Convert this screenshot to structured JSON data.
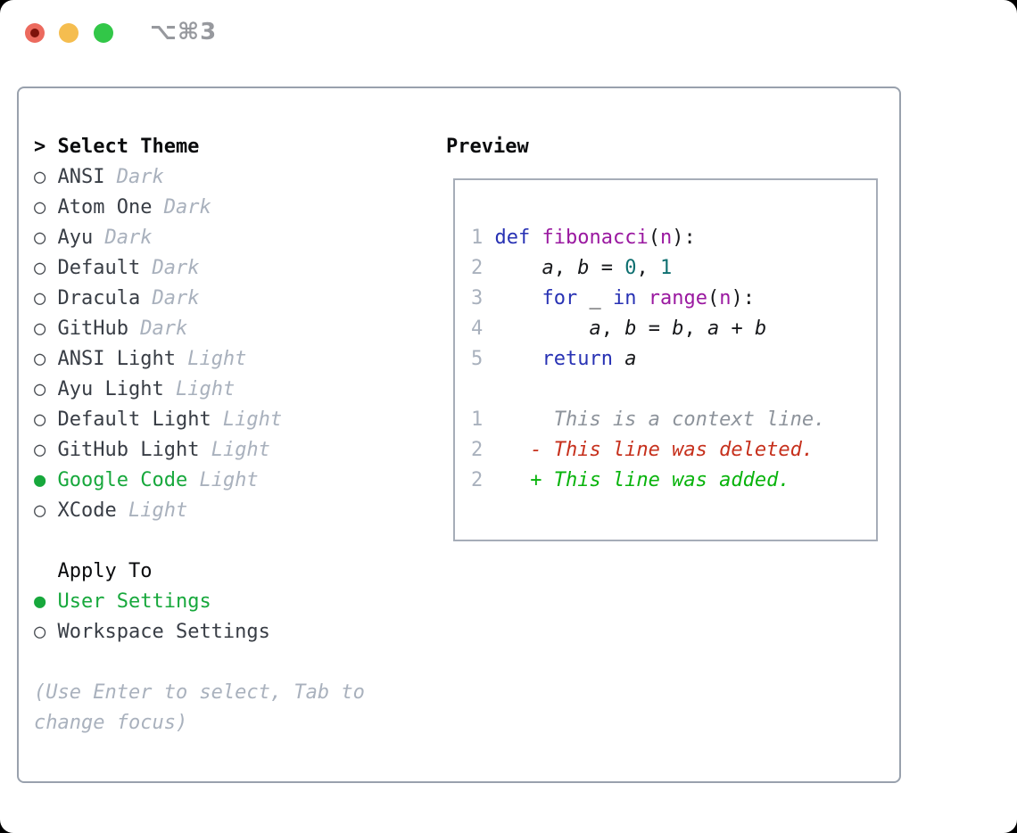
{
  "colors": {
    "ink": "#17181b",
    "faint": "#a9b1bd",
    "green": "#17a83c",
    "kw": "#2832b4",
    "typ": "#9a18a0",
    "lit": "#0e6f70",
    "ln": "#a9b1bd",
    "ctx": "#8d939b",
    "del": "#c6301c",
    "add": "#08b30c",
    "border_panel": "#99a1ad",
    "border_box": "#a6adb8",
    "red_light": "#ec6a5e",
    "red_dot": "#7e120b",
    "yellow_light": "#f5bd4f",
    "green_light": "#32c748",
    "shortcut": "#97999e"
  },
  "window": {
    "shortcut": "⌥⌘3"
  },
  "theme_picker": {
    "icons": {
      "radio_empty": "○",
      "radio_filled": "●",
      "cursor": ">"
    },
    "lines": [
      {
        "type": "header",
        "prefix": ">",
        "label": "Select Theme"
      },
      {
        "type": "theme",
        "name": "ANSI",
        "variant": "Dark",
        "selected": false
      },
      {
        "type": "theme",
        "name": "Atom One",
        "variant": "Dark",
        "selected": false
      },
      {
        "type": "theme",
        "name": "Ayu",
        "variant": "Dark",
        "selected": false
      },
      {
        "type": "theme",
        "name": "Default",
        "variant": "Dark",
        "selected": false
      },
      {
        "type": "theme",
        "name": "Dracula",
        "variant": "Dark",
        "selected": false
      },
      {
        "type": "theme",
        "name": "GitHub",
        "variant": "Dark",
        "selected": false
      },
      {
        "type": "theme",
        "name": "ANSI Light",
        "variant": "Light",
        "selected": false
      },
      {
        "type": "theme",
        "name": "Ayu Light",
        "variant": "Light",
        "selected": false
      },
      {
        "type": "theme",
        "name": "Default Light",
        "variant": "Light",
        "selected": false
      },
      {
        "type": "theme",
        "name": "GitHub Light",
        "variant": "Light",
        "selected": false
      },
      {
        "type": "theme",
        "name": "Google Code",
        "variant": "Light",
        "selected": true
      },
      {
        "type": "theme",
        "name": "XCode",
        "variant": "Light",
        "selected": false
      },
      {
        "type": "blank"
      },
      {
        "type": "subheader",
        "label": "Apply To"
      },
      {
        "type": "apply",
        "label": "User Settings",
        "selected": true
      },
      {
        "type": "apply",
        "label": "Workspace Settings",
        "selected": false
      },
      {
        "type": "blank"
      },
      {
        "type": "help",
        "text": "(Use Enter to select, Tab to"
      },
      {
        "type": "help",
        "text": "change focus)"
      }
    ]
  },
  "preview": {
    "title": "Preview",
    "lines": [
      {
        "num": "1",
        "tokens": [
          [
            "kw",
            "def"
          ],
          [
            "pln",
            " "
          ],
          [
            "typ",
            "fibonacci"
          ],
          [
            "pln",
            "("
          ],
          [
            "typ",
            "n"
          ],
          [
            "pln",
            "):"
          ]
        ]
      },
      {
        "num": "2",
        "tokens": [
          [
            "pln",
            "    "
          ],
          [
            "var",
            "a"
          ],
          [
            "pln",
            ", "
          ],
          [
            "var",
            "b"
          ],
          [
            "pln",
            " = "
          ],
          [
            "lit",
            "0"
          ],
          [
            "pln",
            ", "
          ],
          [
            "lit",
            "1"
          ]
        ]
      },
      {
        "num": "3",
        "tokens": [
          [
            "pln",
            "    "
          ],
          [
            "kw",
            "for"
          ],
          [
            "pln",
            " "
          ],
          [
            "var",
            "_"
          ],
          [
            "pln",
            " "
          ],
          [
            "kw",
            "in"
          ],
          [
            "pln",
            " "
          ],
          [
            "typ",
            "range"
          ],
          [
            "pln",
            "("
          ],
          [
            "typ",
            "n"
          ],
          [
            "pln",
            "):"
          ]
        ]
      },
      {
        "num": "4",
        "tokens": [
          [
            "pln",
            "        "
          ],
          [
            "var",
            "a"
          ],
          [
            "pln",
            ", "
          ],
          [
            "var",
            "b"
          ],
          [
            "pln",
            " = "
          ],
          [
            "var",
            "b"
          ],
          [
            "pln",
            ", "
          ],
          [
            "var",
            "a"
          ],
          [
            "pln",
            " + "
          ],
          [
            "var",
            "b"
          ]
        ]
      },
      {
        "num": "5",
        "tokens": [
          [
            "pln",
            "    "
          ],
          [
            "kw",
            "return"
          ],
          [
            "pln",
            " "
          ],
          [
            "var",
            "a"
          ]
        ]
      },
      {
        "num": "",
        "tokens": []
      },
      {
        "num": "1",
        "tokens": [
          [
            "ctx",
            "     This is a context line."
          ]
        ]
      },
      {
        "num": "2",
        "tokens": [
          [
            "del",
            "   - This line was deleted."
          ]
        ]
      },
      {
        "num": "2",
        "tokens": [
          [
            "add",
            "   + This line was added."
          ]
        ]
      }
    ]
  }
}
